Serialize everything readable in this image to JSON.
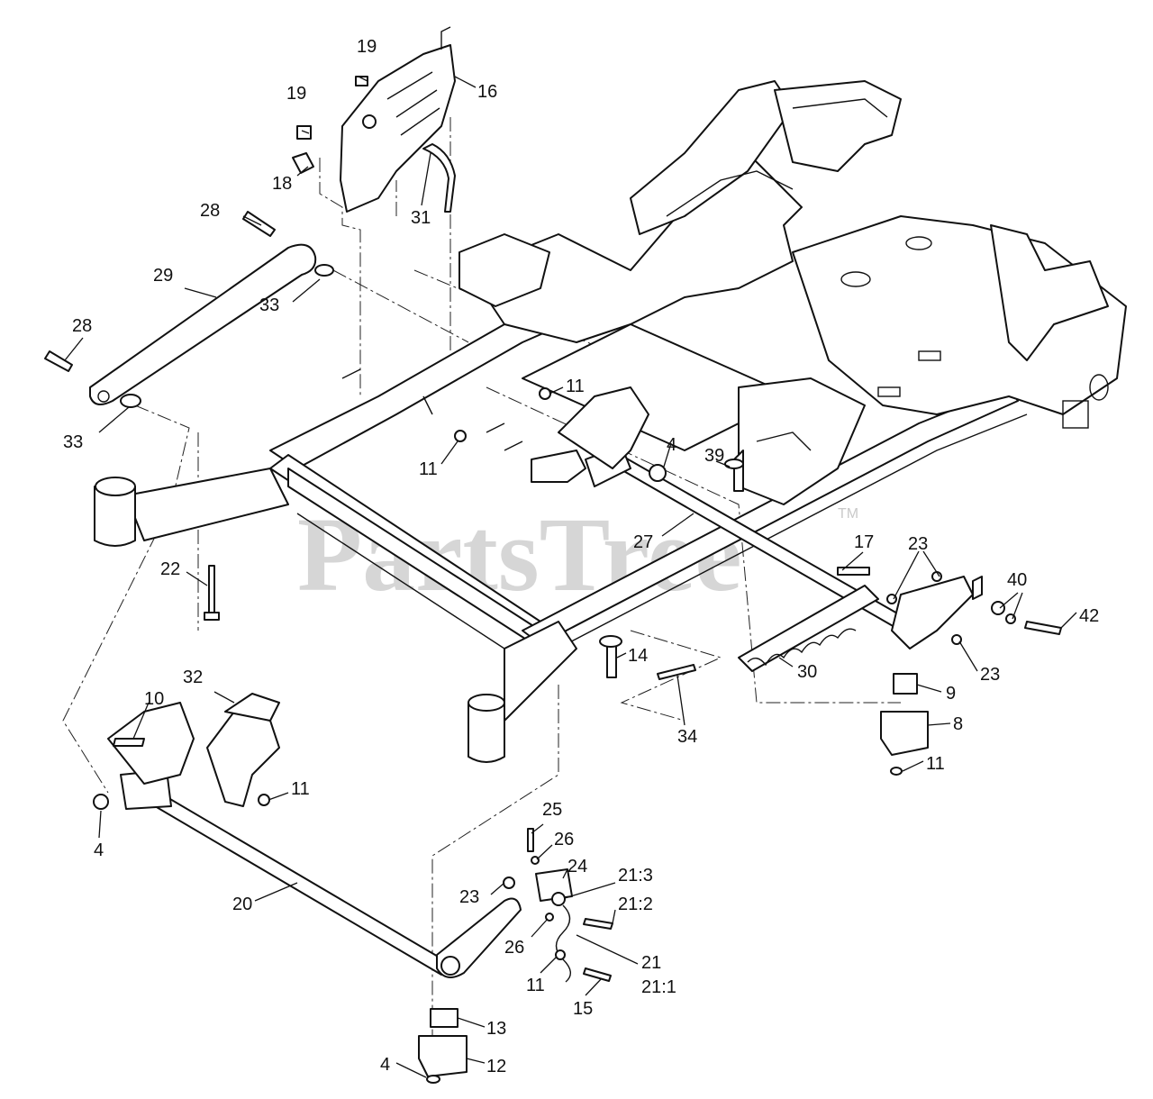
{
  "watermark": {
    "text": "PartsTree",
    "mark": "TM"
  },
  "callouts": [
    {
      "id": "c19a",
      "label": "19"
    },
    {
      "id": "c19b",
      "label": "19"
    },
    {
      "id": "c16",
      "label": "16"
    },
    {
      "id": "c18",
      "label": "18"
    },
    {
      "id": "c31",
      "label": "31"
    },
    {
      "id": "c28a",
      "label": "28"
    },
    {
      "id": "c29",
      "label": "29"
    },
    {
      "id": "c33a",
      "label": "33"
    },
    {
      "id": "c28b",
      "label": "28"
    },
    {
      "id": "c33b",
      "label": "33"
    },
    {
      "id": "c11a",
      "label": "11"
    },
    {
      "id": "c11b",
      "label": "11"
    },
    {
      "id": "c4a",
      "label": "4"
    },
    {
      "id": "c39",
      "label": "39"
    },
    {
      "id": "c27",
      "label": "27"
    },
    {
      "id": "c22",
      "label": "22"
    },
    {
      "id": "c17",
      "label": "17"
    },
    {
      "id": "c23a",
      "label": "23"
    },
    {
      "id": "c40",
      "label": "40"
    },
    {
      "id": "c42",
      "label": "42"
    },
    {
      "id": "c23b",
      "label": "23"
    },
    {
      "id": "c30",
      "label": "30"
    },
    {
      "id": "c9",
      "label": "9"
    },
    {
      "id": "c8",
      "label": "8"
    },
    {
      "id": "c11c",
      "label": "11"
    },
    {
      "id": "c14",
      "label": "14"
    },
    {
      "id": "c34",
      "label": "34"
    },
    {
      "id": "c32",
      "label": "32"
    },
    {
      "id": "c10",
      "label": "10"
    },
    {
      "id": "c11d",
      "label": "11"
    },
    {
      "id": "c4b",
      "label": "4"
    },
    {
      "id": "c25",
      "label": "25"
    },
    {
      "id": "c26a",
      "label": "26"
    },
    {
      "id": "c24",
      "label": "24"
    },
    {
      "id": "c213",
      "label": "21:3"
    },
    {
      "id": "c23c",
      "label": "23"
    },
    {
      "id": "c212",
      "label": "21:2"
    },
    {
      "id": "c20",
      "label": "20"
    },
    {
      "id": "c26b",
      "label": "26"
    },
    {
      "id": "c21",
      "label": "21"
    },
    {
      "id": "c211",
      "label": "21:1"
    },
    {
      "id": "c11e",
      "label": "11"
    },
    {
      "id": "c15",
      "label": "15"
    },
    {
      "id": "c13",
      "label": "13"
    },
    {
      "id": "c12",
      "label": "12"
    },
    {
      "id": "c4c",
      "label": "4"
    }
  ]
}
